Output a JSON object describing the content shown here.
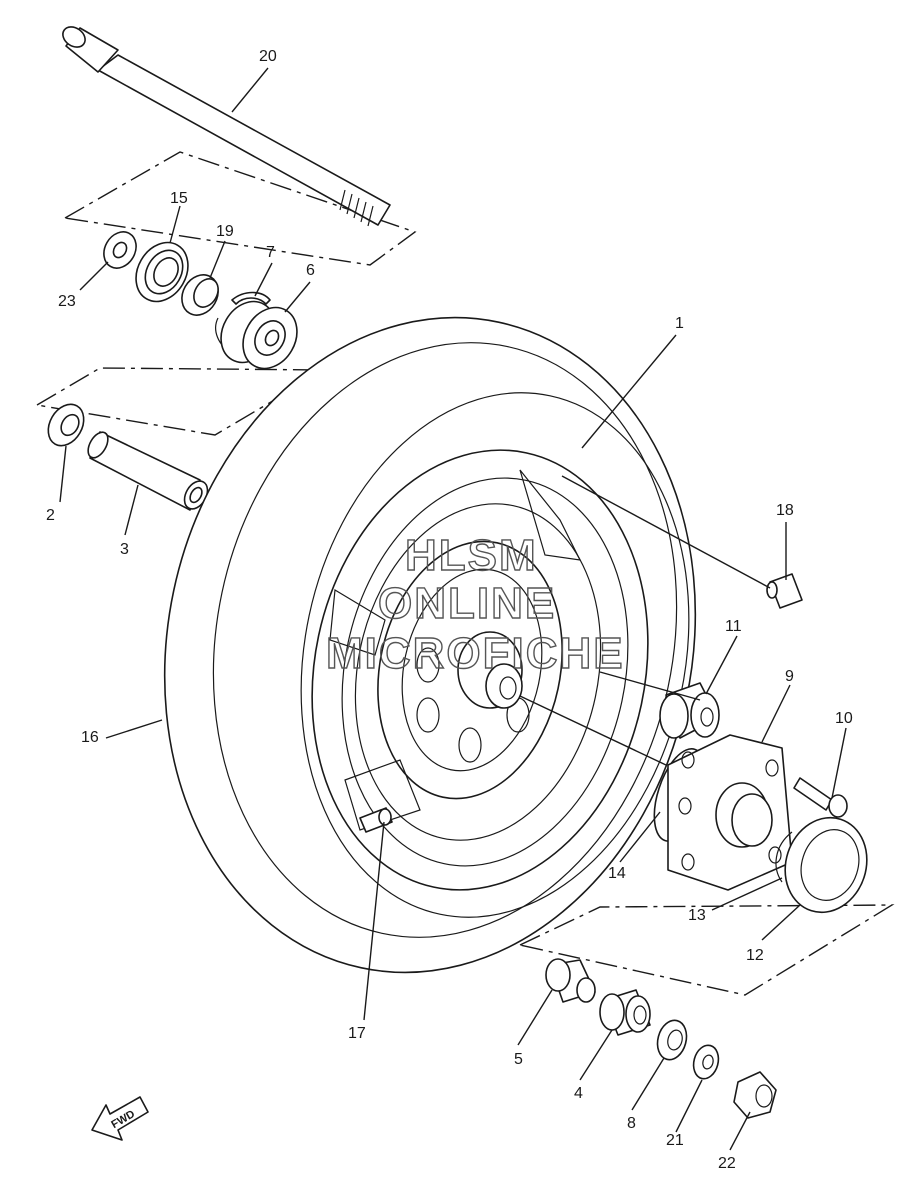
{
  "watermark": {
    "line1": "HLSM",
    "line2": "ONLINE",
    "line3": "MICROFICHE"
  },
  "direction_arrow": {
    "label": "FWD"
  },
  "callouts": {
    "c1": "1",
    "c2": "2",
    "c3": "3",
    "c4": "4",
    "c5": "5",
    "c6": "6",
    "c7": "7",
    "c8": "8",
    "c9": "9",
    "c10": "10",
    "c11": "11",
    "c12": "12",
    "c13": "13",
    "c14": "14",
    "c15": "15",
    "c16": "16",
    "c17": "17",
    "c18": "18",
    "c19": "19",
    "c20": "20",
    "c21": "21",
    "c22": "22",
    "c23": "23"
  },
  "colors": {
    "line": "#1a1a1a",
    "background": "#ffffff",
    "watermark": "#555555"
  }
}
